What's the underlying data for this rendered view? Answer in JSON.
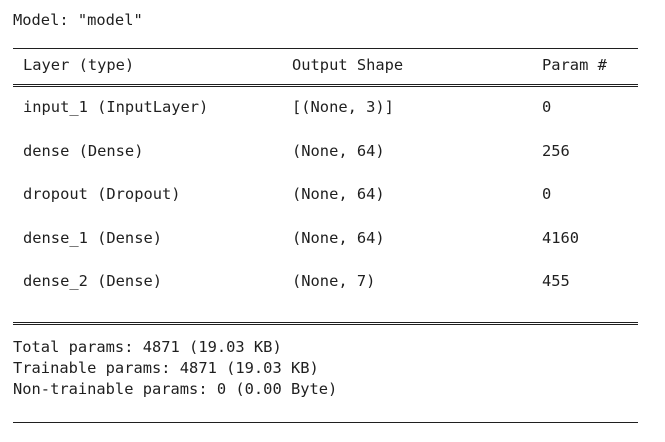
{
  "summary": {
    "title": "Model: \"model\"",
    "header": {
      "layer": "Layer (type)",
      "output_shape": "Output Shape",
      "param": "Param #"
    },
    "rows": [
      {
        "layer": "input_1 (InputLayer)",
        "output_shape": "[(None, 3)]",
        "param": "0"
      },
      {
        "layer": "dense (Dense)",
        "output_shape": "(None, 64)",
        "param": "256"
      },
      {
        "layer": "dropout (Dropout)",
        "output_shape": "(None, 64)",
        "param": "0"
      },
      {
        "layer": "dense_1 (Dense)",
        "output_shape": "(None, 64)",
        "param": "4160"
      },
      {
        "layer": "dense_2 (Dense)",
        "output_shape": "(None, 7)",
        "param": "455"
      }
    ],
    "totals": {
      "total": "Total params: 4871 (19.03 KB)",
      "trainable": "Trainable params: 4871 (19.03 KB)",
      "non_trainable": "Non-trainable params: 0 (0.00 Byte)"
    }
  }
}
